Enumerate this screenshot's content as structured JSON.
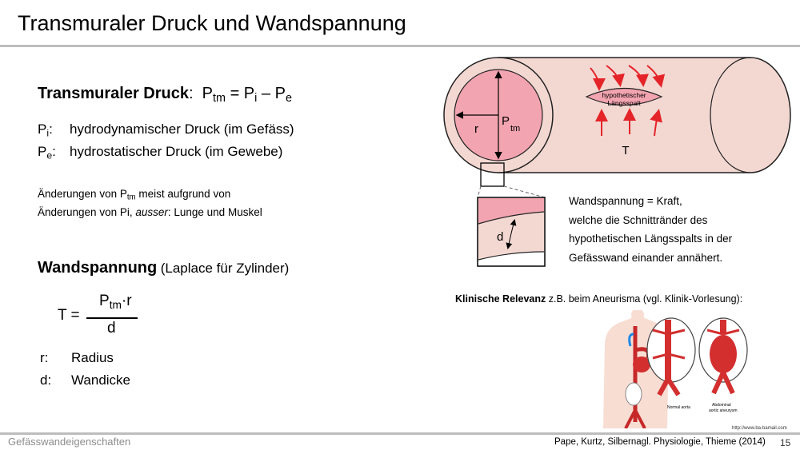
{
  "title": "Transmuraler Druck und Wandspannung",
  "transmural": {
    "heading": "Transmuraler Druck",
    "colon": ":",
    "eq_P": "P",
    "eq_tm": "tm",
    "eq_mid": " = P",
    "eq_i": "i",
    "eq_dash": " – P",
    "eq_e": "e",
    "pi_symbol": "P",
    "pi_sub": "i",
    "pi_desc": "hydrodynamischer Druck (im Gefäss)",
    "pe_symbol": "P",
    "pe_sub": "e",
    "pe_desc": "hydrostatischer Druck (im Gewebe)",
    "note1_pre": "Änderungen von P",
    "note1_sub": "tm",
    "note1_post": " meist aufgrund von",
    "note2_pre": "Änderungen von Pi,  ",
    "note2_em": "ausser",
    "note2_post": ":  Lunge und Muskel"
  },
  "wandspannung": {
    "heading": "Wandspannung",
    "subheading": "(Laplace für Zylinder)",
    "formula_lhs": "T =",
    "num_P": "P",
    "num_tm": "tm",
    "num_r": "·r",
    "den": "d",
    "r_label": "r:",
    "r_desc": "Radius",
    "d_label": "d:",
    "d_desc": "Wandicke"
  },
  "diagram": {
    "r": "r",
    "P": "P",
    "tm": "tm",
    "slit_line1": "hypothetischer",
    "slit_line2": "Längsspalt",
    "T": "T",
    "d": "d",
    "wand_lines": [
      "Wandspannung = Kraft,",
      "welche die Schnittränder des",
      "hypothetischen Längsspalts in der",
      "Gefässwand einander annähert."
    ]
  },
  "klinisch": {
    "bold": "Klinische Relevanz",
    "rest": " z.B. beim Aneurisma (vgl. Klinik-Vorlesung):",
    "normal_label": "Normal aorta",
    "aneurysm_label1": "Abdominal",
    "aneurysm_label2": "aortic aneurysm",
    "credit": "http://www.ba-bamail.com"
  },
  "footer": {
    "left": "Gefässwandeigenschaften",
    "ref": "Pape, Kurtz, Silbernagl. Physiologie, Thieme (2014)",
    "page": "15"
  },
  "colors": {
    "vessel_lumen": "#f2a4b0",
    "vessel_wall": "#f3d8d2",
    "arrow_red": "#e42428",
    "rule_gray": "#bdbdbd"
  }
}
